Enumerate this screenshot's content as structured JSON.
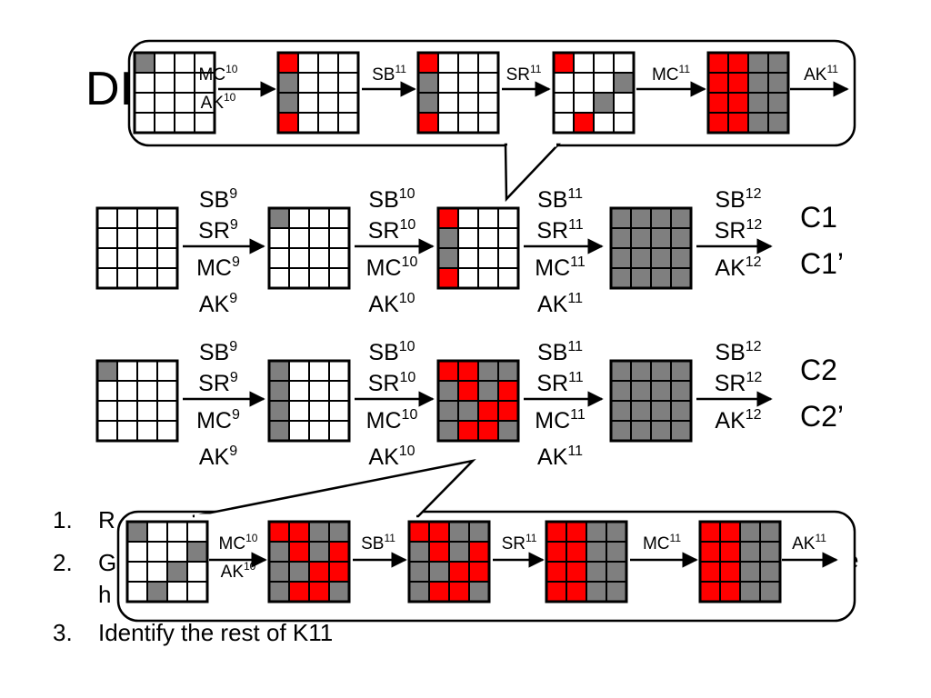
{
  "slide": {
    "title_fragment": "DI",
    "list_items": [
      {
        "num": "1.",
        "text": "R"
      },
      {
        "num": "2.",
        "text": "G"
      },
      {
        "num": "",
        "text": "h"
      },
      {
        "num": "3.",
        "text": "Identify the rest of K11"
      }
    ],
    "item2_tail": "e"
  },
  "colors": {
    "red": "#ff0000",
    "gray": "#7f7f7f",
    "white": "#ffffff",
    "stroke": "#000000"
  },
  "rows": [
    {
      "name": "row-c1",
      "grids": [
        {
          "cells": [
            "0000",
            "0000",
            "0000",
            "0000"
          ]
        },
        {
          "cells": [
            "g000",
            "0000",
            "0000",
            "0000"
          ]
        },
        {
          "cells": [
            "r000",
            "g000",
            "g000",
            "r000"
          ]
        },
        {
          "cells": [
            "gggg",
            "gggg",
            "gggg",
            "gggg"
          ]
        }
      ],
      "ops": [
        {
          "lines": [
            {
              "b": "SB",
              "s": "9"
            },
            {
              "b": "SR",
              "s": "9"
            },
            {
              "b": "MC",
              "s": "9"
            },
            {
              "b": "AK",
              "s": "9"
            }
          ]
        },
        {
          "lines": [
            {
              "b": "SB",
              "s": "10"
            },
            {
              "b": "SR",
              "s": "10"
            },
            {
              "b": "MC",
              "s": "10"
            },
            {
              "b": "AK",
              "s": "10"
            }
          ]
        },
        {
          "lines": [
            {
              "b": "SB",
              "s": "11"
            },
            {
              "b": "SR",
              "s": "11"
            },
            {
              "b": "MC",
              "s": "11"
            },
            {
              "b": "AK",
              "s": "11"
            }
          ]
        },
        {
          "lines": [
            {
              "b": "SB",
              "s": "12"
            },
            {
              "b": "SR",
              "s": "12"
            },
            {
              "b": "AK",
              "s": "12"
            }
          ]
        }
      ],
      "outputs": [
        "C1",
        "C1’"
      ]
    },
    {
      "name": "row-c2",
      "grids": [
        {
          "cells": [
            "g000",
            "0000",
            "0000",
            "0000"
          ]
        },
        {
          "cells": [
            "g000",
            "g000",
            "g000",
            "g000"
          ]
        },
        {
          "cells": [
            "rrgg",
            "grgr",
            "ggrr",
            "grrg"
          ]
        },
        {
          "cells": [
            "gggg",
            "gggg",
            "gggg",
            "gggg"
          ]
        }
      ],
      "ops": [
        {
          "lines": [
            {
              "b": "SB",
              "s": "9"
            },
            {
              "b": "SR",
              "s": "9"
            },
            {
              "b": "MC",
              "s": "9"
            },
            {
              "b": "AK",
              "s": "9"
            }
          ]
        },
        {
          "lines": [
            {
              "b": "SB",
              "s": "10"
            },
            {
              "b": "SR",
              "s": "10"
            },
            {
              "b": "MC",
              "s": "10"
            },
            {
              "b": "AK",
              "s": "10"
            }
          ]
        },
        {
          "lines": [
            {
              "b": "SB",
              "s": "11"
            },
            {
              "b": "SR",
              "s": "11"
            },
            {
              "b": "MC",
              "s": "11"
            },
            {
              "b": "AK",
              "s": "11"
            }
          ]
        },
        {
          "lines": [
            {
              "b": "SB",
              "s": "12"
            },
            {
              "b": "SR",
              "s": "12"
            },
            {
              "b": "AK",
              "s": "12"
            }
          ]
        }
      ],
      "outputs": [
        "C2",
        "C2’"
      ]
    }
  ],
  "callouts": [
    {
      "name": "callout-top",
      "grids": [
        {
          "cells": [
            "g000",
            "0000",
            "0000",
            "0000"
          ]
        },
        {
          "cells": [
            "r000",
            "g000",
            "g000",
            "r000"
          ]
        },
        {
          "cells": [
            "r000",
            "g000",
            "g000",
            "r000"
          ]
        },
        {
          "cells": [
            "r000",
            "000g",
            "00g0",
            "0r00"
          ]
        },
        {
          "cells": [
            "rrgg",
            "rrgg",
            "rrgg",
            "rrgg"
          ]
        }
      ],
      "ops": [
        {
          "lines": [
            {
              "b": "MC",
              "s": "10"
            },
            {
              "b": "AK",
              "s": "10"
            }
          ]
        },
        {
          "lines": [
            {
              "b": "SB",
              "s": "11"
            }
          ]
        },
        {
          "lines": [
            {
              "b": "SR",
              "s": "11"
            }
          ]
        },
        {
          "lines": [
            {
              "b": "MC",
              "s": "11"
            }
          ]
        }
      ],
      "tail": {
        "b": "AK",
        "s": "11"
      }
    },
    {
      "name": "callout-bottom",
      "grids": [
        {
          "cells": [
            "g000",
            "000g",
            "00g0",
            "0g00"
          ]
        },
        {
          "cells": [
            "rrgg",
            "grgr",
            "ggrr",
            "grrg"
          ]
        },
        {
          "cells": [
            "rrgg",
            "grgr",
            "ggrr",
            "grrg"
          ]
        },
        {
          "cells": [
            "rrgg",
            "rrgg",
            "rrgg",
            "rrgg"
          ]
        },
        {
          "cells": [
            "rrgg",
            "rrgg",
            "rrgg",
            "rrgg"
          ]
        }
      ],
      "ops": [
        {
          "lines": [
            {
              "b": "MC",
              "s": "10"
            },
            {
              "b": "AK",
              "s": "10"
            }
          ]
        },
        {
          "lines": [
            {
              "b": "SB",
              "s": "11"
            }
          ]
        },
        {
          "lines": [
            {
              "b": "SR",
              "s": "11"
            }
          ]
        },
        {
          "lines": [
            {
              "b": "MC",
              "s": "11"
            }
          ]
        }
      ],
      "tail": {
        "b": "AK",
        "s": "11"
      }
    }
  ]
}
